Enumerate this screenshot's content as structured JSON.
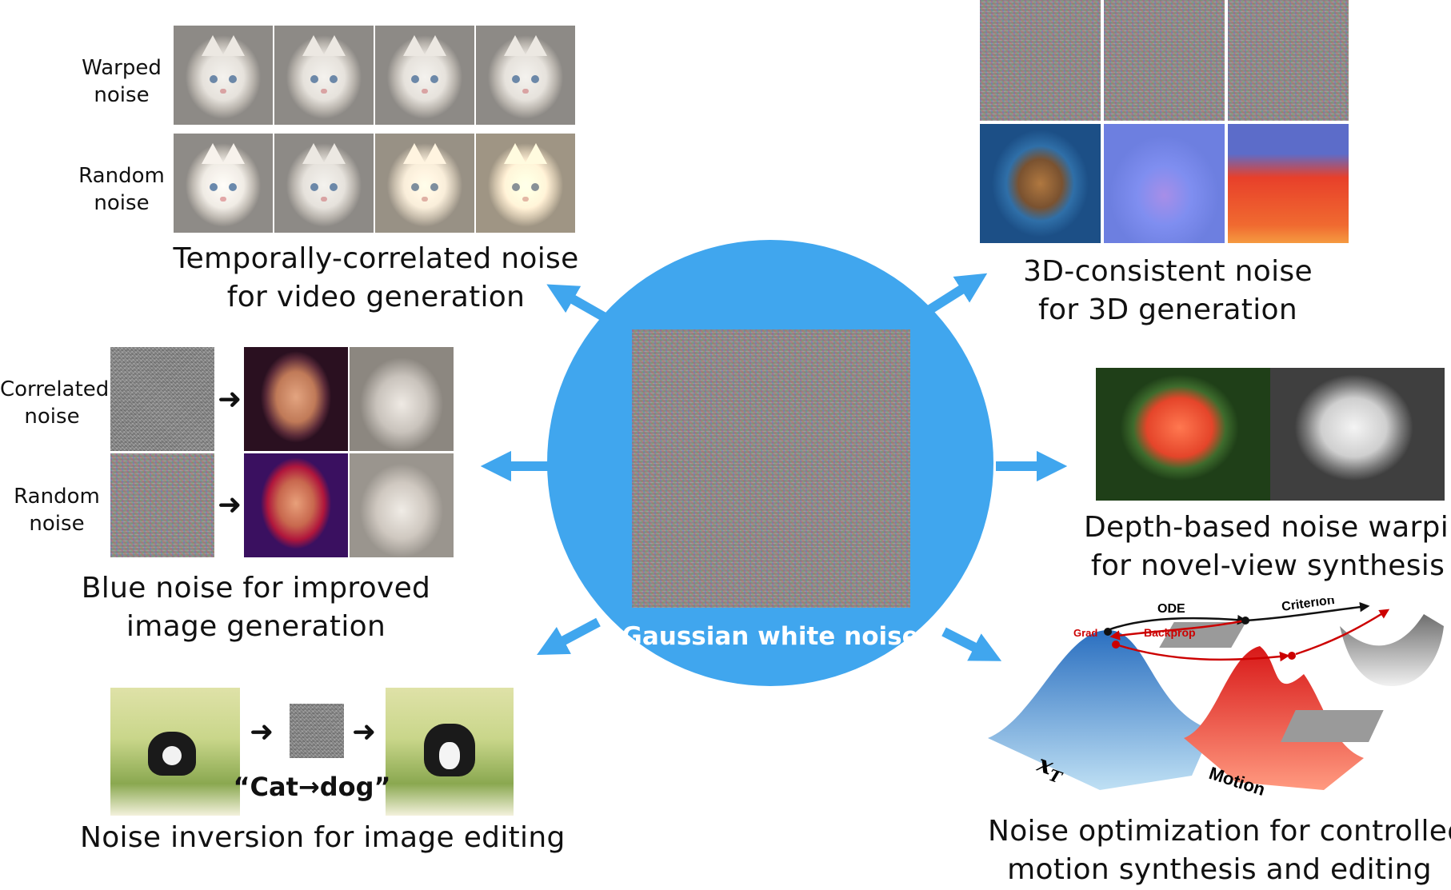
{
  "center": {
    "label": "Gaussian white noise",
    "circle_color": "#40a6ee"
  },
  "top_left": {
    "row1_label": [
      "Warped",
      "noise"
    ],
    "row2_label": [
      "Random",
      "noise"
    ],
    "caption": [
      "Temporally-correlated noise",
      "for video generation"
    ]
  },
  "top_right": {
    "caption": [
      "3D-consistent noise",
      "for 3D generation"
    ]
  },
  "mid_left": {
    "row1_label": [
      "Correlated",
      "noise"
    ],
    "row2_label": [
      "Random",
      "noise"
    ],
    "caption": [
      "Blue noise for improved",
      "image generation"
    ]
  },
  "mid_right": {
    "caption": [
      "Depth-based noise warping",
      "for novel-view synthesis"
    ]
  },
  "bottom_left": {
    "prompt": "“Cat→dog”",
    "caption": "Noise inversion for image editing"
  },
  "bottom_right": {
    "labels": {
      "ode": "ODE",
      "backprop": "Backprop",
      "grad": "Grad",
      "criterion": "Criterion",
      "xt": "x",
      "xt_sub": "T",
      "motion": "Motion"
    },
    "caption": [
      "Noise optimization for controlled",
      "motion synthesis and editing"
    ]
  },
  "icons": [
    "right-arrow-icon"
  ]
}
